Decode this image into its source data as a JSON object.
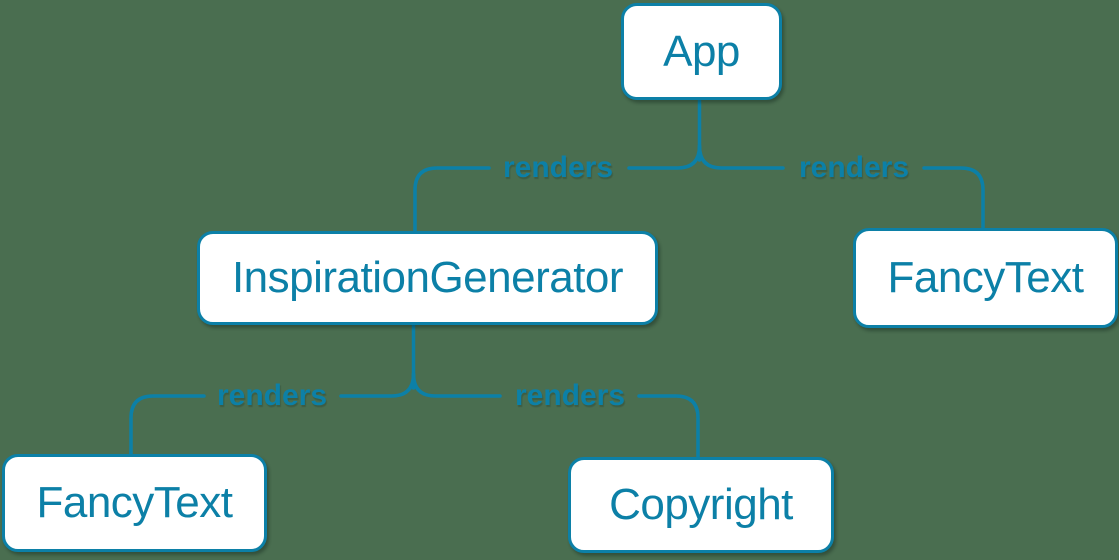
{
  "colors": {
    "accent": "#0c80a7",
    "background": "#4a6e50",
    "node_fill": "#ffffff"
  },
  "diagram": {
    "type": "component-render-tree",
    "nodes": [
      {
        "id": "app",
        "label": "App"
      },
      {
        "id": "inspiration-generator",
        "label": "InspirationGenerator"
      },
      {
        "id": "fancy-text-right",
        "label": "FancyText"
      },
      {
        "id": "fancy-text-left",
        "label": "FancyText"
      },
      {
        "id": "copyright",
        "label": "Copyright"
      }
    ],
    "edges": [
      {
        "from": "App",
        "to": "InspirationGenerator",
        "label": "renders"
      },
      {
        "from": "App",
        "to": "FancyText",
        "label": "renders"
      },
      {
        "from": "InspirationGenerator",
        "to": "FancyText",
        "label": "renders"
      },
      {
        "from": "InspirationGenerator",
        "to": "Copyright",
        "label": "renders"
      }
    ]
  }
}
